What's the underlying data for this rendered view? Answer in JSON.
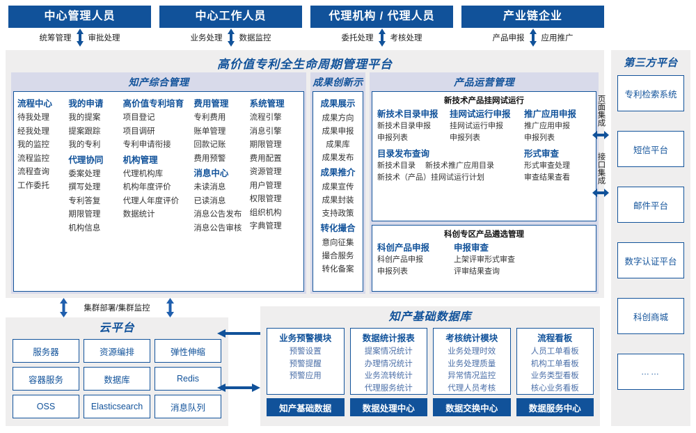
{
  "actors": [
    {
      "title": "中心管理人员",
      "left": "统筹管理",
      "right": "审批处理",
      "arrow_icon": "vertical-double-arrow-icon"
    },
    {
      "title": "中心工作人员",
      "left": "业务处理",
      "right": "数据监控",
      "arrow_icon": "vertical-double-arrow-icon"
    },
    {
      "title": "代理机构 / 代理人员",
      "left": "委托处理",
      "right": "考核处理",
      "arrow_icon": "vertical-double-arrow-icon"
    },
    {
      "title": "产业链企业",
      "left": "产品申报",
      "right": "应用推广",
      "arrow_icon": "vertical-double-arrow-icon"
    }
  ],
  "platform": {
    "title": "高价值专利全生命周期管理平台",
    "sections": {
      "ip_management": {
        "title": "知产综合管理",
        "columns": [
          {
            "groups": [
              {
                "header": "流程中心",
                "items": [
                  "待我处理",
                  "经我处理",
                  "我的监控",
                  "流程监控",
                  "流程查询",
                  "工作委托"
                ]
              }
            ]
          },
          {
            "groups": [
              {
                "header": "我的申请",
                "items": [
                  "我的提案",
                  "提案跟踪",
                  "我的专利"
                ]
              },
              {
                "header": "代理协同",
                "items": [
                  "委案处理",
                  "撰写处理",
                  "专利答复",
                  "期限管理",
                  "机构信息"
                ]
              }
            ]
          },
          {
            "groups": [
              {
                "header": "高价值专利培育",
                "items": [
                  "项目登记",
                  "项目调研",
                  "专利申请衔接"
                ]
              },
              {
                "header": "机构管理",
                "items": [
                  "代理机构库",
                  "机构年度评价",
                  "代理人年度评价",
                  "数据统计"
                ]
              }
            ]
          },
          {
            "groups": [
              {
                "header": "费用管理",
                "items": [
                  "专利费用",
                  "账单管理",
                  "回款记账",
                  "费用预警"
                ]
              },
              {
                "header": "消息中心",
                "items": [
                  "未读消息",
                  "已读消息",
                  "消息公告发布",
                  "消息公告审核"
                ]
              }
            ]
          },
          {
            "groups": [
              {
                "header": "系统管理",
                "items": [
                  "流程引擎",
                  "消息引擎",
                  "期限管理",
                  "费用配置",
                  "资源管理",
                  "用户管理",
                  "权限管理",
                  "组织机构",
                  "字典管理"
                ]
              }
            ]
          }
        ]
      },
      "achievement": {
        "title": "成果创新示范",
        "groups": [
          {
            "header": "成果展示",
            "items": [
              "成果方向",
              "成果申报",
              "成果库",
              "成果发布"
            ]
          },
          {
            "header": "成果推介",
            "items": [
              "成果宣传",
              "成果封装",
              "支持政策"
            ]
          },
          {
            "header": "转化撮合",
            "items": [
              "意向征集",
              "撮合服务",
              "转化备案"
            ]
          }
        ]
      },
      "product_operation": {
        "title": "产品运营管理",
        "card_top": {
          "title": "新技术产品挂网试运行",
          "row1": [
            {
              "header": "新技术目录申报",
              "items": [
                "新技术目录申报",
                "申报列表"
              ]
            },
            {
              "header": "挂网试运行申报",
              "items": [
                "挂网试运行申报",
                "申报列表"
              ]
            },
            {
              "header": "推广应用申报",
              "items": [
                "推广应用申报",
                "申报列表"
              ]
            }
          ],
          "row2_left": {
            "header": "目录发布查询",
            "pair": [
              "新技术目录",
              "新技术推广应用目录"
            ],
            "wide": "新技术（产品）挂网试运行计划"
          },
          "row2_right": {
            "header": "形式审查",
            "items": [
              "形式审查处理",
              "审查结果查看"
            ]
          }
        },
        "card_bottom": {
          "title": "科创专区产品遴选管理",
          "columns": [
            {
              "header": "科创产品申报",
              "items": [
                "科创产品申报",
                "申报列表"
              ]
            },
            {
              "header": "申报审查",
              "items": [
                "上架评审形式审查",
                "评审结果查询"
              ]
            }
          ]
        }
      }
    }
  },
  "integration": {
    "page_label": "页面集成",
    "api_label": "接口集成",
    "arrow_icon": "horizontal-double-arrow-icon"
  },
  "third_party": {
    "title": "第三方平台",
    "items": [
      "专利检索系统",
      "短信平台",
      "邮件平台",
      "数字认证平台",
      "科创商城",
      "……"
    ]
  },
  "cluster": {
    "label": "集群部署/集群监控",
    "arrow_icon": "vertical-double-arrow-icon"
  },
  "cloud": {
    "title": "云平台",
    "cells": [
      "服务器",
      "资源编排",
      "弹性伸缩",
      "容器服务",
      "数据库",
      "Redis",
      "OSS",
      "Elasticsearch",
      "消息队列"
    ]
  },
  "cloud_db_link": {
    "arrow_top_icon": "left-arrow-icon",
    "arrow_bottom_icon": "horizontal-double-arrow-icon"
  },
  "ipdb": {
    "title": "知产基础数据库",
    "columns": [
      {
        "header": "业务预警模块",
        "items": [
          "预警设置",
          "预警提醒",
          "预警应用"
        ],
        "footer": "知产基础数据"
      },
      {
        "header": "数据统计报表",
        "items": [
          "提案情况统计",
          "办理情况统计",
          "业务流转统计",
          "代理服务统计"
        ],
        "footer": "数据处理中心"
      },
      {
        "header": "考核统计模块",
        "items": [
          "业务处理时效",
          "业务处理质量",
          "异常情况监控",
          "代理人员考核"
        ],
        "footer": "数据交换中心"
      },
      {
        "header": "流程看板",
        "items": [
          "人员工单看板",
          "机构工单看板",
          "业务类型看板",
          "核心业务看板"
        ],
        "footer": "数据服务中心"
      }
    ]
  },
  "colors": {
    "primary_blue": "#11529A",
    "panel_gray": "#EFEEEE",
    "section_lavender": "#D8DAEA",
    "sub_text": "#4b6fa8"
  }
}
